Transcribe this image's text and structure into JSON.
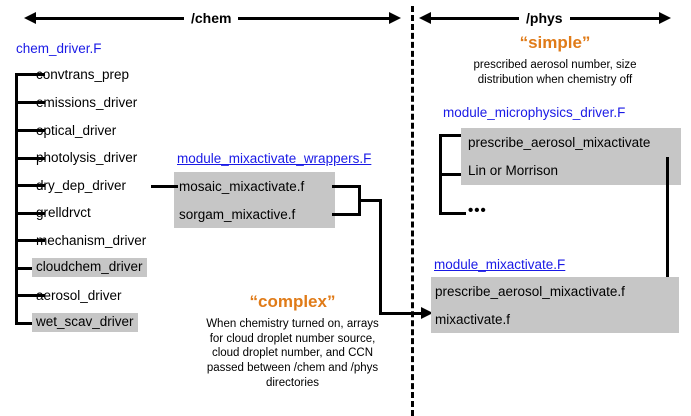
{
  "diagram": {
    "title_left": "/chem",
    "title_right": "/phys",
    "divider": "dashed-vertical-separator"
  },
  "chem": {
    "header": "chem_driver.F",
    "items": [
      {
        "label": "convtrans_prep",
        "highlighted": false
      },
      {
        "label": "emissions_driver",
        "highlighted": false
      },
      {
        "label": "optical_driver",
        "highlighted": false
      },
      {
        "label": "photolysis_driver",
        "highlighted": false
      },
      {
        "label": "dry_dep_driver",
        "highlighted": false
      },
      {
        "label": "grelldrvct",
        "highlighted": false
      },
      {
        "label": "mechanism_driver",
        "highlighted": false
      },
      {
        "label": "cloudchem_driver",
        "highlighted": true
      },
      {
        "label": "aerosol_driver",
        "highlighted": false
      },
      {
        "label": "wet_scav_driver",
        "highlighted": true
      }
    ]
  },
  "wrappers": {
    "header": "module_mixactivate_wrappers.F",
    "rows": [
      "mosaic_mixactivate.f",
      "sorgam_mixactive.f"
    ]
  },
  "complex_callout": {
    "title": "“complex”",
    "line1": "When chemistry turned on, arrays",
    "line2": "for cloud droplet number source,",
    "line3": "cloud droplet number, and CCN",
    "line4": "passed between /chem and /phys",
    "line5": "directories"
  },
  "simple_callout": {
    "title": "“simple”",
    "line1": "prescribed aerosol number, size",
    "line2": "distribution when chemistry off"
  },
  "microphysics": {
    "header": "module_microphysics_driver.F",
    "rows": [
      "prescribe_aerosol_mixactivate",
      "Lin or Morrison"
    ],
    "ellipsis": "•••"
  },
  "mixactivate": {
    "header": "module_mixactivate.F",
    "rows": [
      "prescribe_aerosol_mixactivate.f",
      "mixactivate.f"
    ]
  },
  "colors": {
    "accent_orange": "#E07B18",
    "heading_blue": "#1a1ae6",
    "box_gray": "#c6c6c6",
    "stroke_black": "#000000"
  }
}
